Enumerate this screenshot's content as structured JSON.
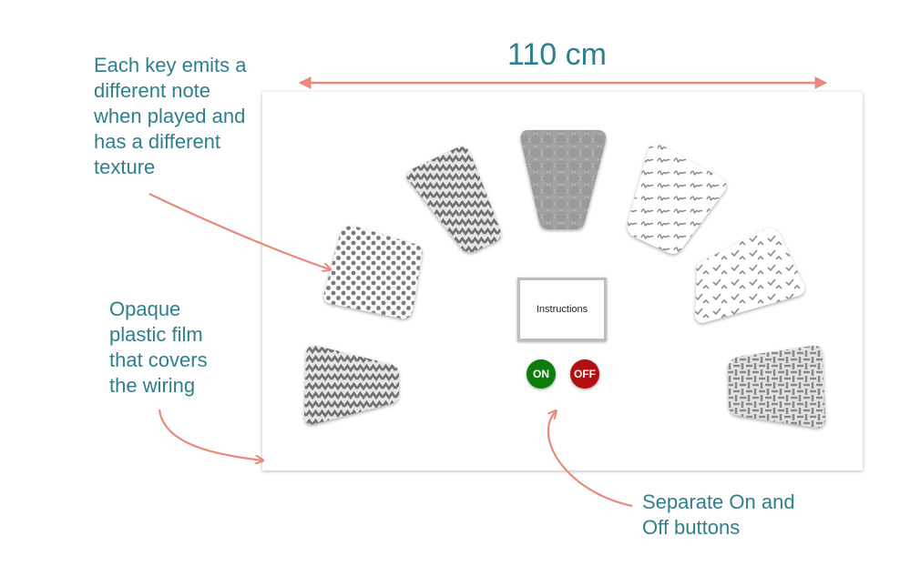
{
  "dimension": {
    "label": "110 cm",
    "color": "#e9897a"
  },
  "annotations": {
    "keys": [
      "Each key emits a",
      "different note",
      "when played and",
      "has a different",
      "texture"
    ],
    "film": [
      "Opaque",
      "plastic film",
      "that covers",
      "the wiring"
    ],
    "buttons": [
      "Separate On and",
      "Off buttons"
    ]
  },
  "instructions_label": "Instructions",
  "buttons": {
    "on_label": "ON",
    "off_label": "OFF",
    "on_color": "#0e7d0e",
    "off_color": "#b30f0f"
  },
  "colors": {
    "text": "#2f7f8c",
    "arrow": "#e9897a",
    "texture": "#808080"
  },
  "keys": [
    {
      "name": "key-1",
      "texture": "zigzag"
    },
    {
      "name": "key-2",
      "texture": "dots"
    },
    {
      "name": "key-3",
      "texture": "squiggle"
    },
    {
      "name": "key-4",
      "texture": "diamonds"
    },
    {
      "name": "key-5",
      "texture": "script"
    },
    {
      "name": "key-6",
      "texture": "check-marks"
    },
    {
      "name": "key-7",
      "texture": "weave"
    }
  ]
}
